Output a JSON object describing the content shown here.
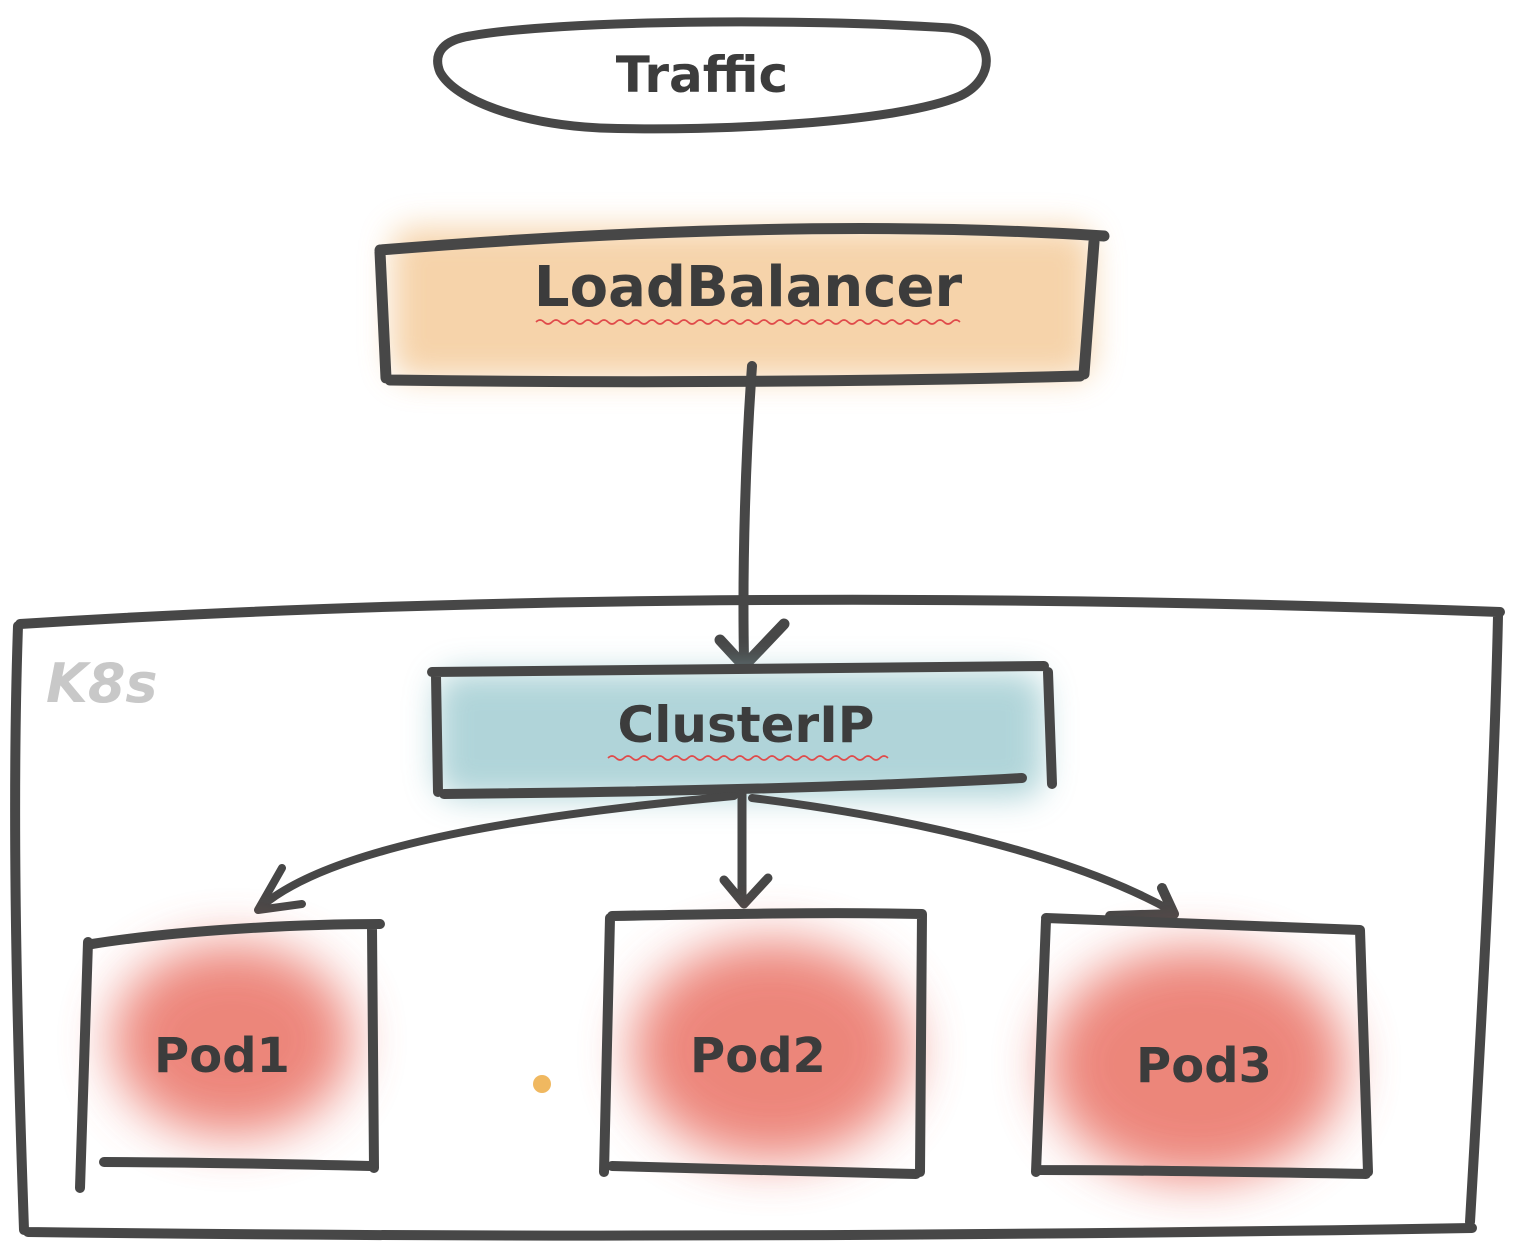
{
  "nodes": {
    "traffic": {
      "label": "Traffic"
    },
    "load_balancer": {
      "label": "LoadBalancer",
      "fill_color": "#f3c58e"
    },
    "cluster": {
      "label": "K8s"
    },
    "cluster_ip": {
      "label": "ClusterIP",
      "fill_color": "#8fc3c9"
    },
    "pods": [
      {
        "label": "Pod1",
        "fill_color": "#e8685a"
      },
      {
        "label": "Pod2",
        "fill_color": "#e8685a"
      },
      {
        "label": "Pod3",
        "fill_color": "#e8685a"
      }
    ]
  },
  "edges": [
    {
      "from": "LoadBalancer",
      "to": "ClusterIP"
    },
    {
      "from": "ClusterIP",
      "to": "Pod1"
    },
    {
      "from": "ClusterIP",
      "to": "Pod2"
    },
    {
      "from": "ClusterIP",
      "to": "Pod3"
    }
  ],
  "colors": {
    "outline": "#474747",
    "text": "#3c3c3c",
    "k8s_label": "#c8c8c8",
    "spellcheck_underline": "#e04a4a",
    "dot": "#f0b860"
  }
}
